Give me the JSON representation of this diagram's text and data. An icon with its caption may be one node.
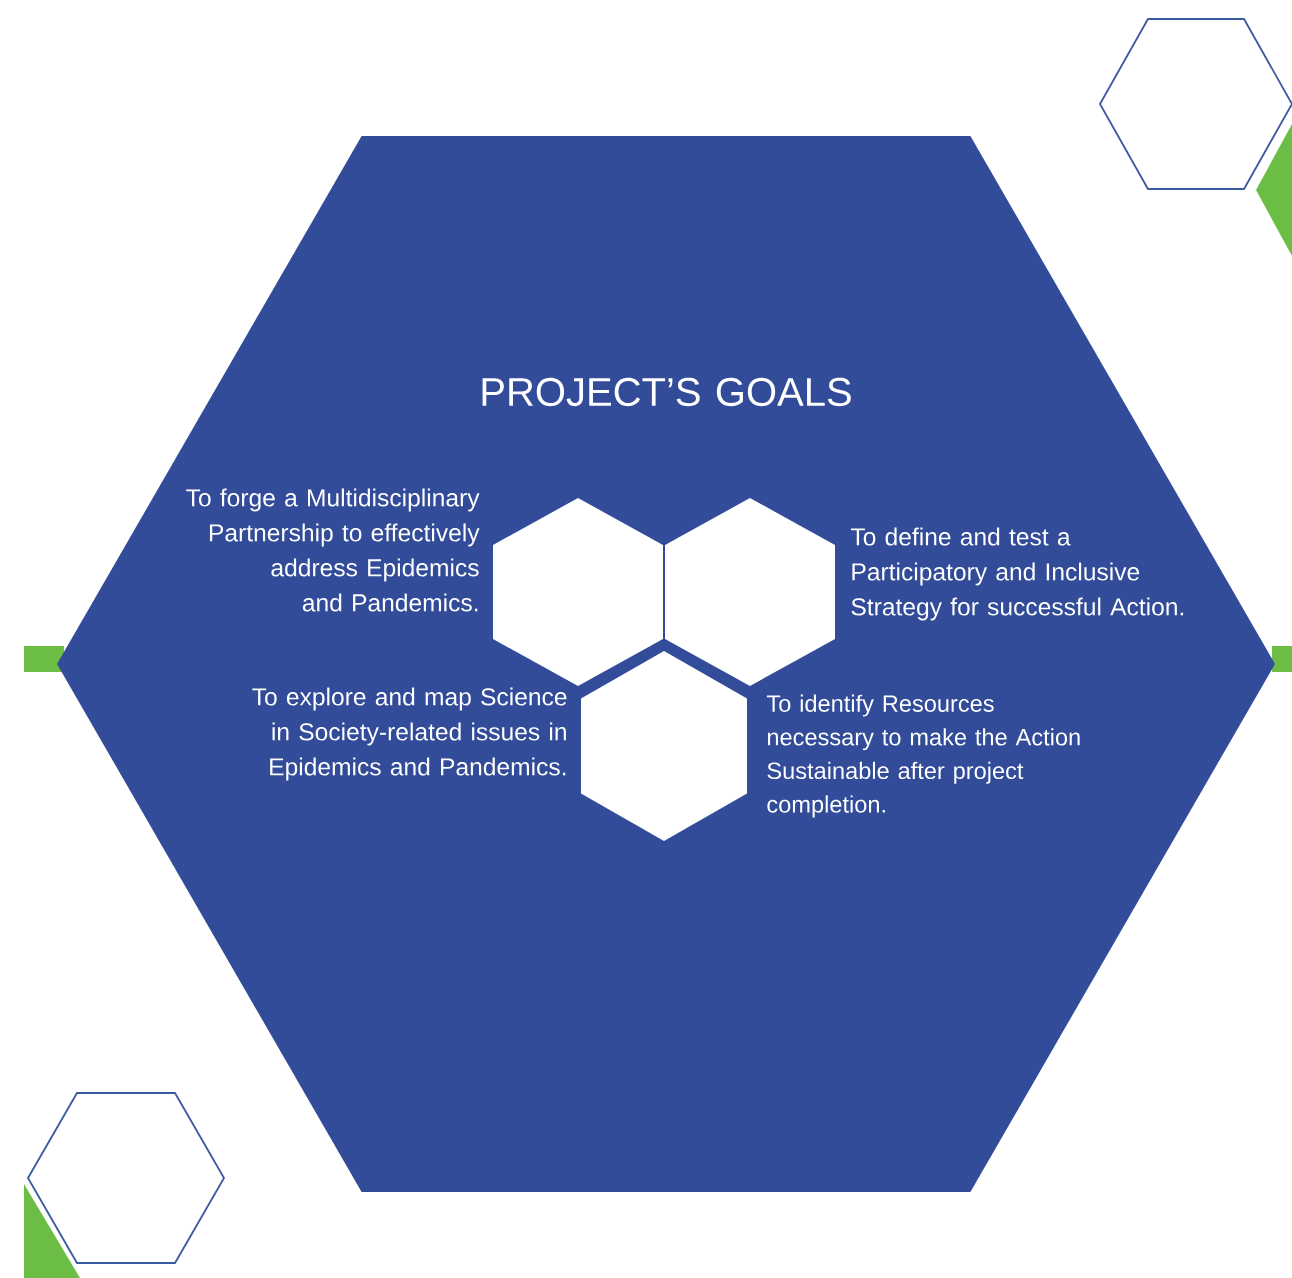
{
  "diagram": {
    "nodes": [
      {
        "text": [
          "PROJECT’S GOALS",
          "To forge a Multidisciplinary Partnership to effectively address Epidemics and Pandemics.",
          "To define and test a Participatory and Inclusive Strategy for successful Action.",
          "To explore and map Science in Society-related issues in Epidemics and Pandemics.",
          "To identify Resources necessary to make the Action Sustainable after project completion."
        ]
      },
      {
        "text": [],
        "shape": "hexagon",
        "in": 0
      },
      {
        "text": [],
        "shape": "hexagon",
        "in": 0
      },
      {
        "text": [],
        "shape": "hexagon",
        "in": 0
      }
    ]
  }
}
